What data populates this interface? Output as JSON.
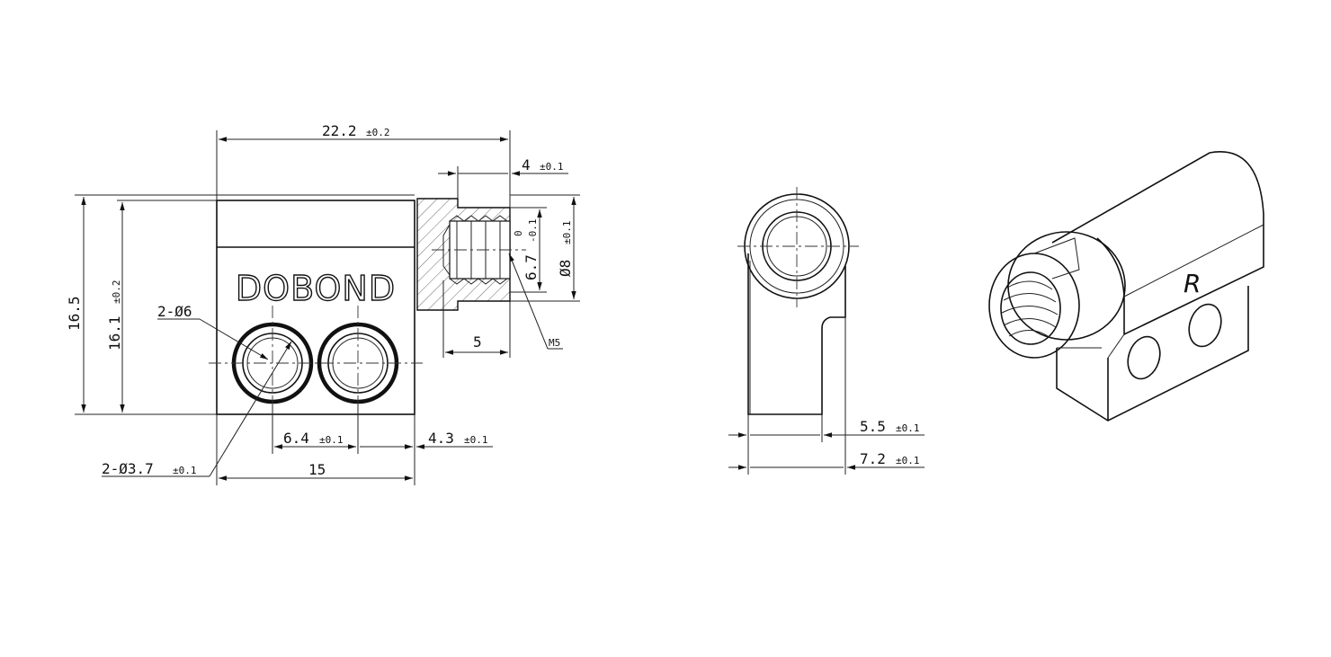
{
  "brand": {
    "logo_text": "DOBOND",
    "side_mark": "R"
  },
  "dimensions": {
    "overall_width": "22.2",
    "overall_width_tol": "±0.2",
    "boss_length": "4",
    "boss_length_tol": "±0.1",
    "thread_depth": "5",
    "total_height": "16.5",
    "body_height": "16.1",
    "body_height_tol": "±0.2",
    "counterbore": "2-Ø6",
    "bore": "2-Ø3.7",
    "bore_tol": "±0.1",
    "hole_pitch": "6.4",
    "hole_pitch_tol": "±0.1",
    "edge_offset": "4.3",
    "edge_offset_tol": "±0.1",
    "body_width": "15",
    "inner_dia": "6.7",
    "inner_dia_tol_upper": "0",
    "inner_dia_tol_lower": "-0.1",
    "outer_dia": "Ø8",
    "outer_dia_tol": "±0.1",
    "thread": "M5",
    "thickness_inner": "5.5",
    "thickness_inner_tol": "±0.1",
    "thickness_outer": "7.2",
    "thickness_outer_tol": "±0.1"
  },
  "colors": {
    "line": "#111111",
    "background": "#ffffff"
  }
}
